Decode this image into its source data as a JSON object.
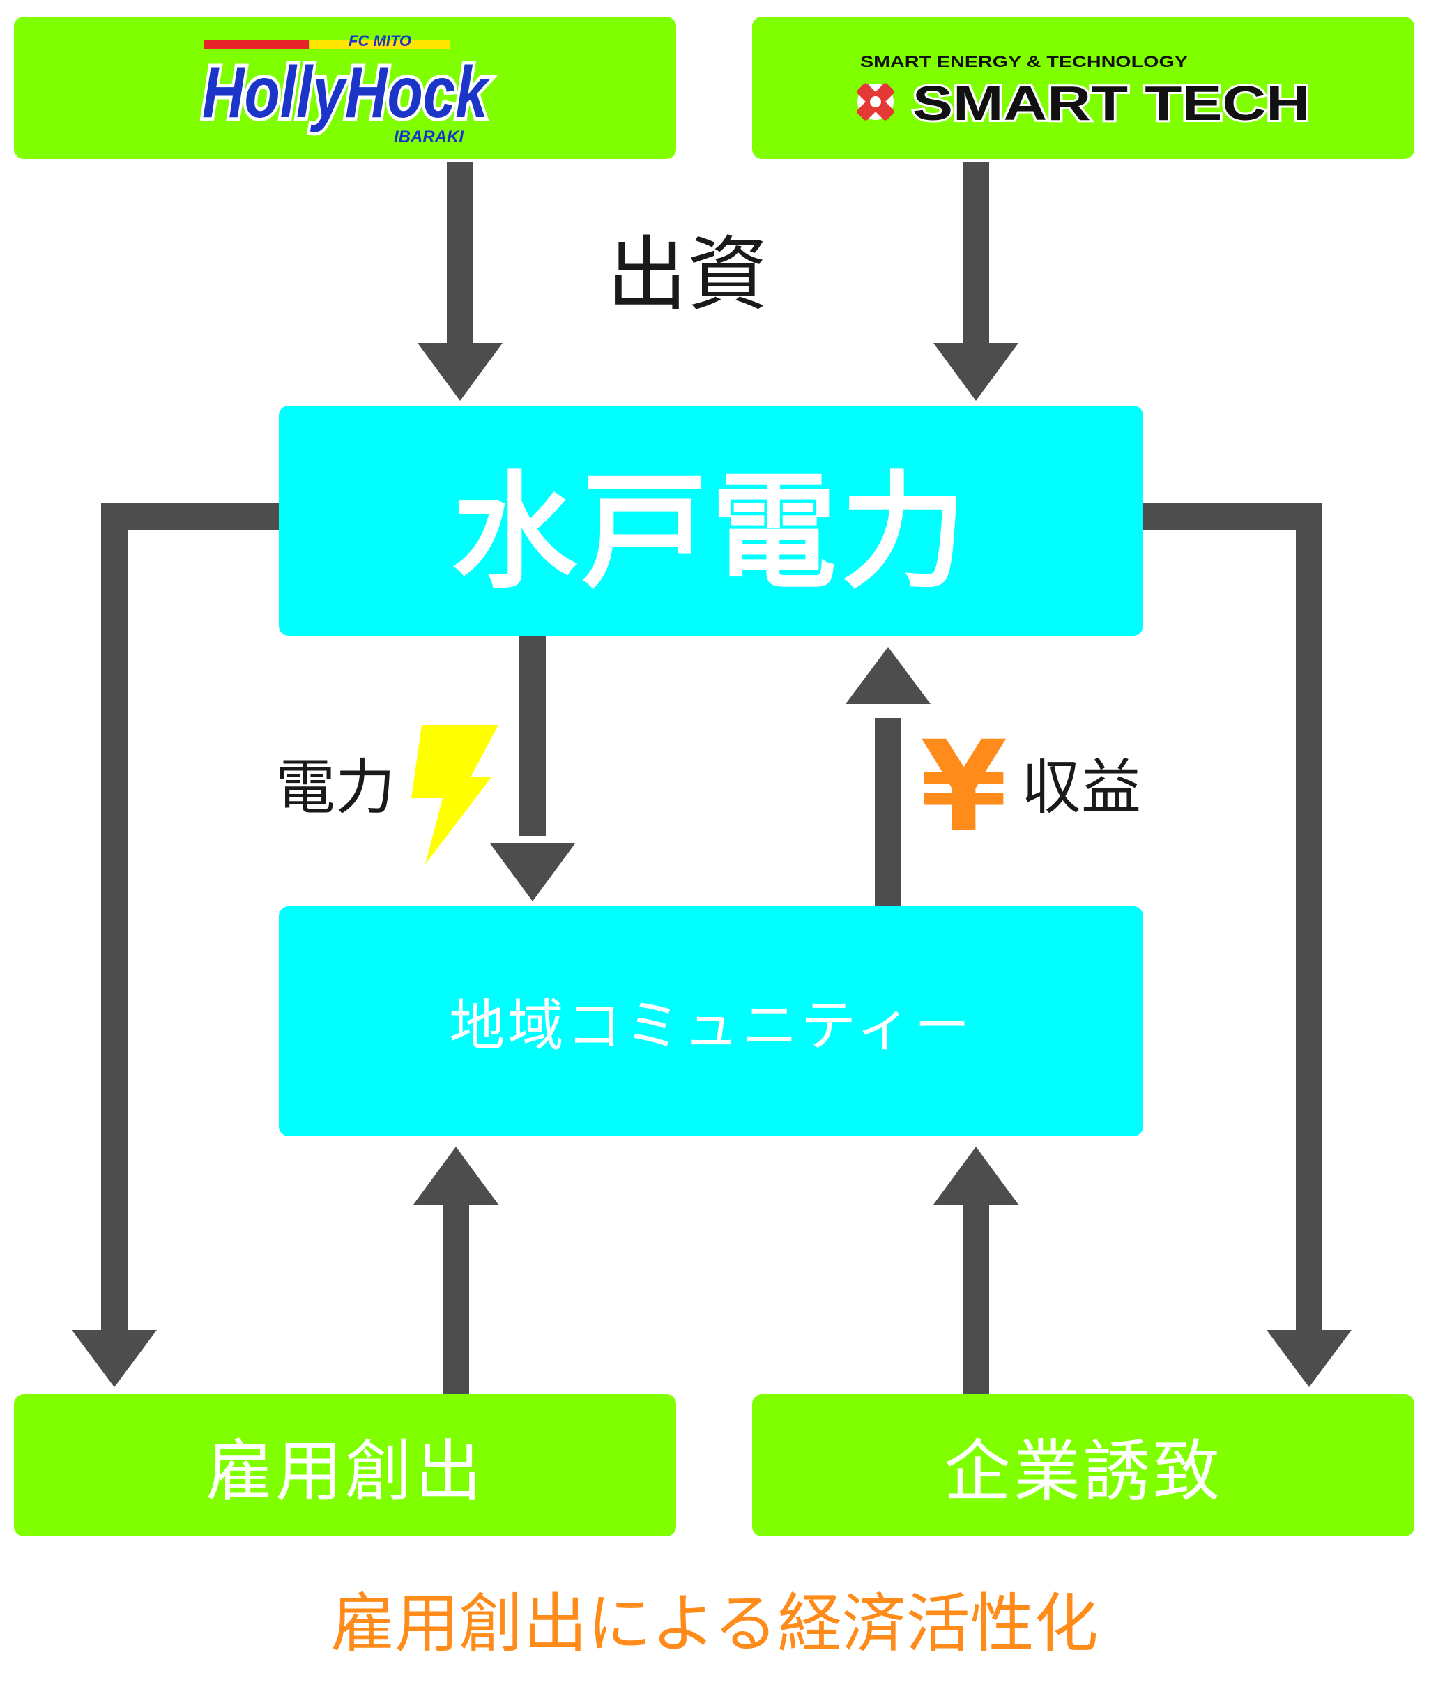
{
  "colors": {
    "green": "#80ff00",
    "cyan": "#00ffff",
    "arrow": "#4d4d4d",
    "orange": "#ff8c1a",
    "bolt": "#ffff00",
    "logo_blue": "#1a35c8",
    "logo_red": "#e8232a",
    "logo_yellow": "#ffe600",
    "tech_red": "#e53935",
    "text_dark": "#1a1a1a",
    "white": "#ffffff"
  },
  "logos": {
    "holly": {
      "top": "FC MITO",
      "main": "HollyHock",
      "bottom": "IBARAKI"
    },
    "smart": {
      "top": "SMART ENERGY & TECHNOLOGY",
      "main": "SMART TECH"
    }
  },
  "labels": {
    "investment": "出資",
    "mito_power": "水戸電力",
    "community": "地域コミュニティー",
    "power": "電力",
    "revenue_symbol": "¥",
    "revenue": "収益",
    "employment": "雇用創出",
    "attraction": "企業誘致",
    "caption": "雇用創出による経済活性化"
  },
  "icons": {
    "power": "lightning-bolt-icon",
    "revenue": "yen-icon"
  }
}
